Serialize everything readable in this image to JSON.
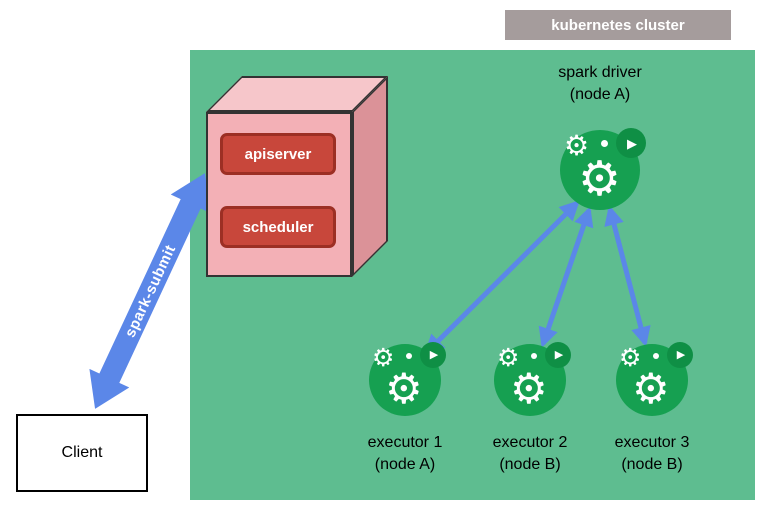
{
  "cluster_label": "kubernetes cluster",
  "client_label": "Client",
  "spark_submit_label": "spark-submit",
  "control_plane": {
    "apiserver_label": "apiserver",
    "scheduler_label": "scheduler"
  },
  "driver": {
    "name": "spark driver",
    "node": "(node A)"
  },
  "executors": [
    {
      "name": "executor 1",
      "node": "(node A)"
    },
    {
      "name": "executor 2",
      "node": "(node B)"
    },
    {
      "name": "executor 3",
      "node": "(node B)"
    }
  ],
  "icons": {
    "pod": "gear-icon",
    "badge": "play-icon"
  },
  "colors": {
    "cluster_bg": "#5ebd90",
    "cluster_label_bg": "#a59c9c",
    "arrow_blue": "#5b87e8",
    "pod_green": "#16a051",
    "pod_badge_green": "#0f8f45",
    "cube_front_pink": "#f3b0b6",
    "component_red": "#c8473b"
  }
}
